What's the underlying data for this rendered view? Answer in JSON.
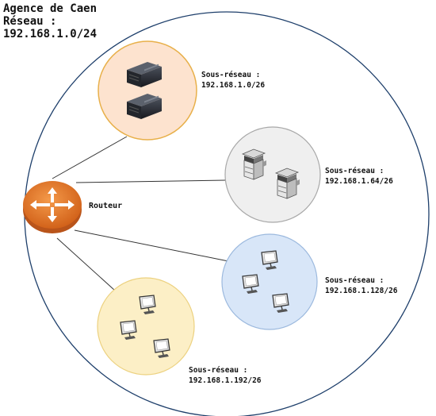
{
  "title": {
    "line1": "Agence de Caen",
    "line2": "Réseau :",
    "line3": "192.168.1.0/24"
  },
  "router": {
    "label": "Routeur",
    "icon": "router-icon",
    "color": "#e8782a"
  },
  "outer_network": {
    "border_color": "#1e3f6b"
  },
  "subnets": [
    {
      "id": "servers",
      "line1": "Sous-réseau :",
      "line2": "192.168.1.0/26",
      "device": "server-icon",
      "fill": "#fde3cf",
      "stroke": "#e8b04a"
    },
    {
      "id": "printers",
      "line1": "Sous-réseau :",
      "line2": "192.168.1.64/26",
      "device": "printer-icon",
      "fill": "#efefef",
      "stroke": "#a8a8a8"
    },
    {
      "id": "pcs-blue",
      "line1": "Sous-réseau :",
      "line2": "192.168.1.128/26",
      "device": "computer-icon",
      "fill": "#d8e6f8",
      "stroke": "#9cb9de"
    },
    {
      "id": "pcs-yellow",
      "line1": "Sous-réseau :",
      "line2": "192.168.1.192/26",
      "device": "computer-icon",
      "fill": "#fcefc6",
      "stroke": "#ecd17f"
    }
  ]
}
